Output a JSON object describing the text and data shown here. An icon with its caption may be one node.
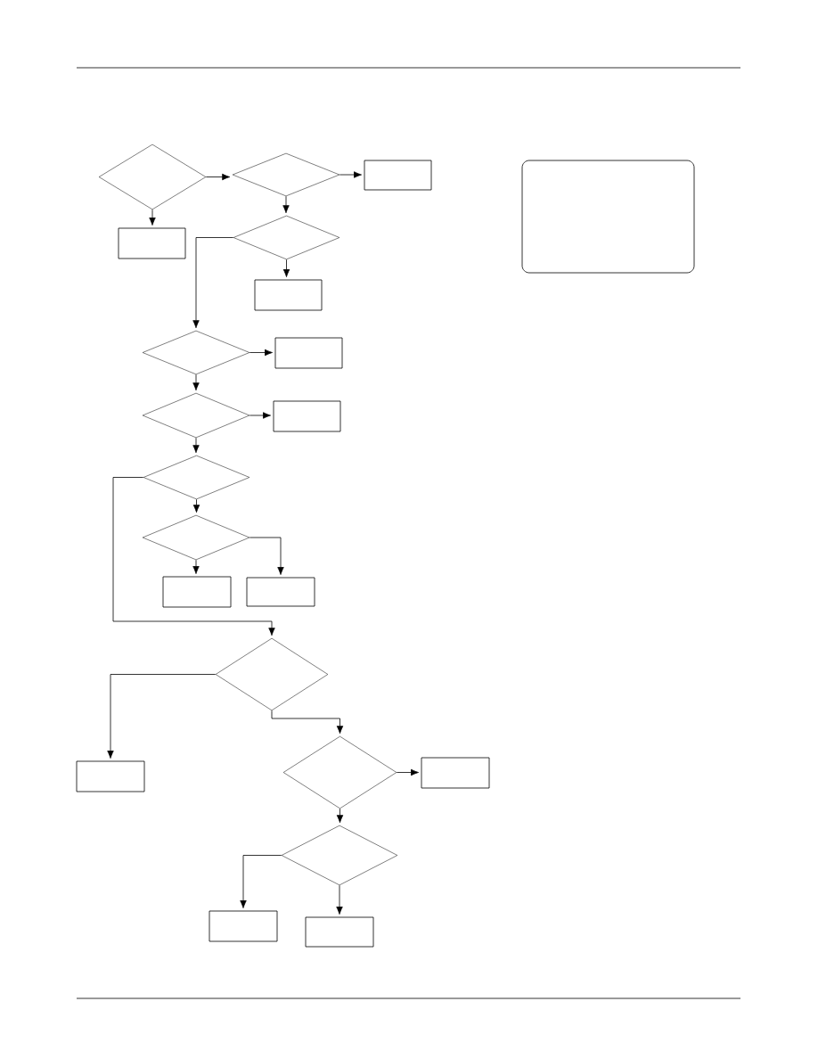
{
  "diagram": {
    "nodes": [
      {
        "text": [],
        "shape": "diamond"
      },
      {
        "text": [],
        "shape": "diamond"
      },
      {
        "text": [],
        "shape": "box"
      },
      {
        "text": [],
        "shape": "box"
      },
      {
        "text": [],
        "shape": "box"
      },
      {
        "text": [],
        "shape": "diamond"
      },
      {
        "text": [],
        "shape": "box"
      },
      {
        "text": [],
        "shape": "diamond"
      },
      {
        "text": [],
        "shape": "box"
      },
      {
        "text": [],
        "shape": "diamond"
      },
      {
        "text": [],
        "shape": "box"
      },
      {
        "text": [],
        "shape": "diamond"
      },
      {
        "text": [],
        "shape": "diamond"
      },
      {
        "text": [],
        "shape": "box"
      },
      {
        "text": [],
        "shape": "box"
      },
      {
        "text": [],
        "shape": "diamond"
      },
      {
        "text": [],
        "shape": "box"
      },
      {
        "text": [],
        "shape": "diamond"
      },
      {
        "text": [],
        "shape": "box"
      },
      {
        "text": [],
        "shape": "diamond"
      },
      {
        "text": [],
        "shape": "box"
      },
      {
        "text": [],
        "shape": "box"
      }
    ],
    "edges": [
      {
        "from": 0,
        "to": 1,
        "arrow": "to"
      },
      {
        "from": 0,
        "to": 4,
        "arrow": "to"
      },
      {
        "from": 1,
        "to": 2,
        "arrow": "to"
      },
      {
        "from": 1,
        "to": 5,
        "arrow": "to"
      },
      {
        "from": 5,
        "to": 6,
        "arrow": "to"
      },
      {
        "from": 5,
        "to": 7,
        "arrow": "to"
      },
      {
        "from": 7,
        "to": 8,
        "arrow": "to"
      },
      {
        "from": 7,
        "to": 9,
        "arrow": "to"
      },
      {
        "from": 9,
        "to": 10,
        "arrow": "to"
      },
      {
        "from": 9,
        "to": 11,
        "arrow": "to"
      },
      {
        "from": 11,
        "to": 12,
        "arrow": "to"
      },
      {
        "from": 11,
        "to": 15,
        "arrow": "to"
      },
      {
        "from": 12,
        "to": 13,
        "arrow": "to"
      },
      {
        "from": 12,
        "to": 14,
        "arrow": "to"
      },
      {
        "from": 15,
        "to": 16,
        "arrow": "to"
      },
      {
        "from": 15,
        "to": 17,
        "arrow": "to"
      },
      {
        "from": 17,
        "to": 18,
        "arrow": "to"
      },
      {
        "from": 17,
        "to": 19,
        "arrow": "to"
      },
      {
        "from": 19,
        "to": 20,
        "arrow": "to"
      },
      {
        "from": 19,
        "to": 21,
        "arrow": "to"
      }
    ]
  }
}
